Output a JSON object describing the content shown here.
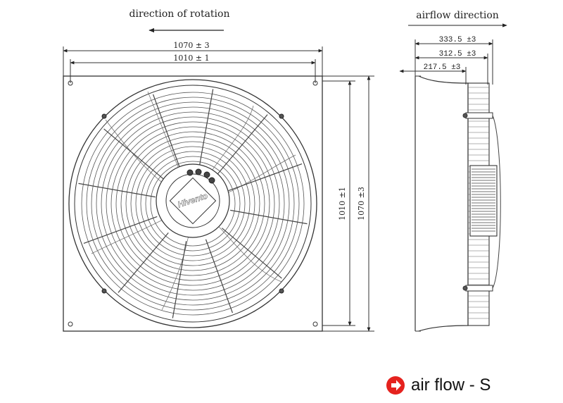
{
  "front_view": {
    "rotation_label": "direction of rotation",
    "width_outer": "1070 ± 3",
    "width_inner": "1010 ± 1",
    "height_inner": "1010 ±1",
    "height_outer": "1070 ±3",
    "brand_logo": "Hivento"
  },
  "side_view": {
    "airflow_label": "airflow direction",
    "depth_total": "333.5 ±3",
    "depth_mid": "312.5 ±3",
    "depth_short": "217.5 ±3"
  },
  "legend": {
    "label": "air flow - S",
    "icon": "arrow-right-circle-icon",
    "icon_color": "#e5221e"
  }
}
